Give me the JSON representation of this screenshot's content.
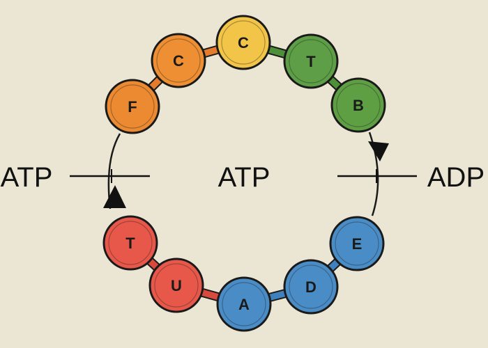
{
  "diagram": {
    "center_label": "ATP",
    "left_label": "ATP",
    "right_label": "ADP",
    "nodes": [
      {
        "letter": "F",
        "color": "#ec8a32"
      },
      {
        "letter": "C",
        "color": "#ee8f34"
      },
      {
        "letter": "C",
        "color": "#f2c448"
      },
      {
        "letter": "T",
        "color": "#5d9e46"
      },
      {
        "letter": "B",
        "color": "#5f9f44"
      },
      {
        "letter": "E",
        "color": "#4a8cc6"
      },
      {
        "letter": "D",
        "color": "#4a8cc6"
      },
      {
        "letter": "A",
        "color": "#4a8cc6"
      },
      {
        "letter": "U",
        "color": "#e8584a"
      },
      {
        "letter": "T",
        "color": "#e8584a"
      }
    ],
    "colors": {
      "background": "#ebe6d3",
      "line": "#1a1a1a",
      "connector_orange": "#e57b2d",
      "connector_green": "#4e8f3a",
      "connector_blue": "#3f80bd",
      "connector_red": "#d94a3e"
    }
  }
}
